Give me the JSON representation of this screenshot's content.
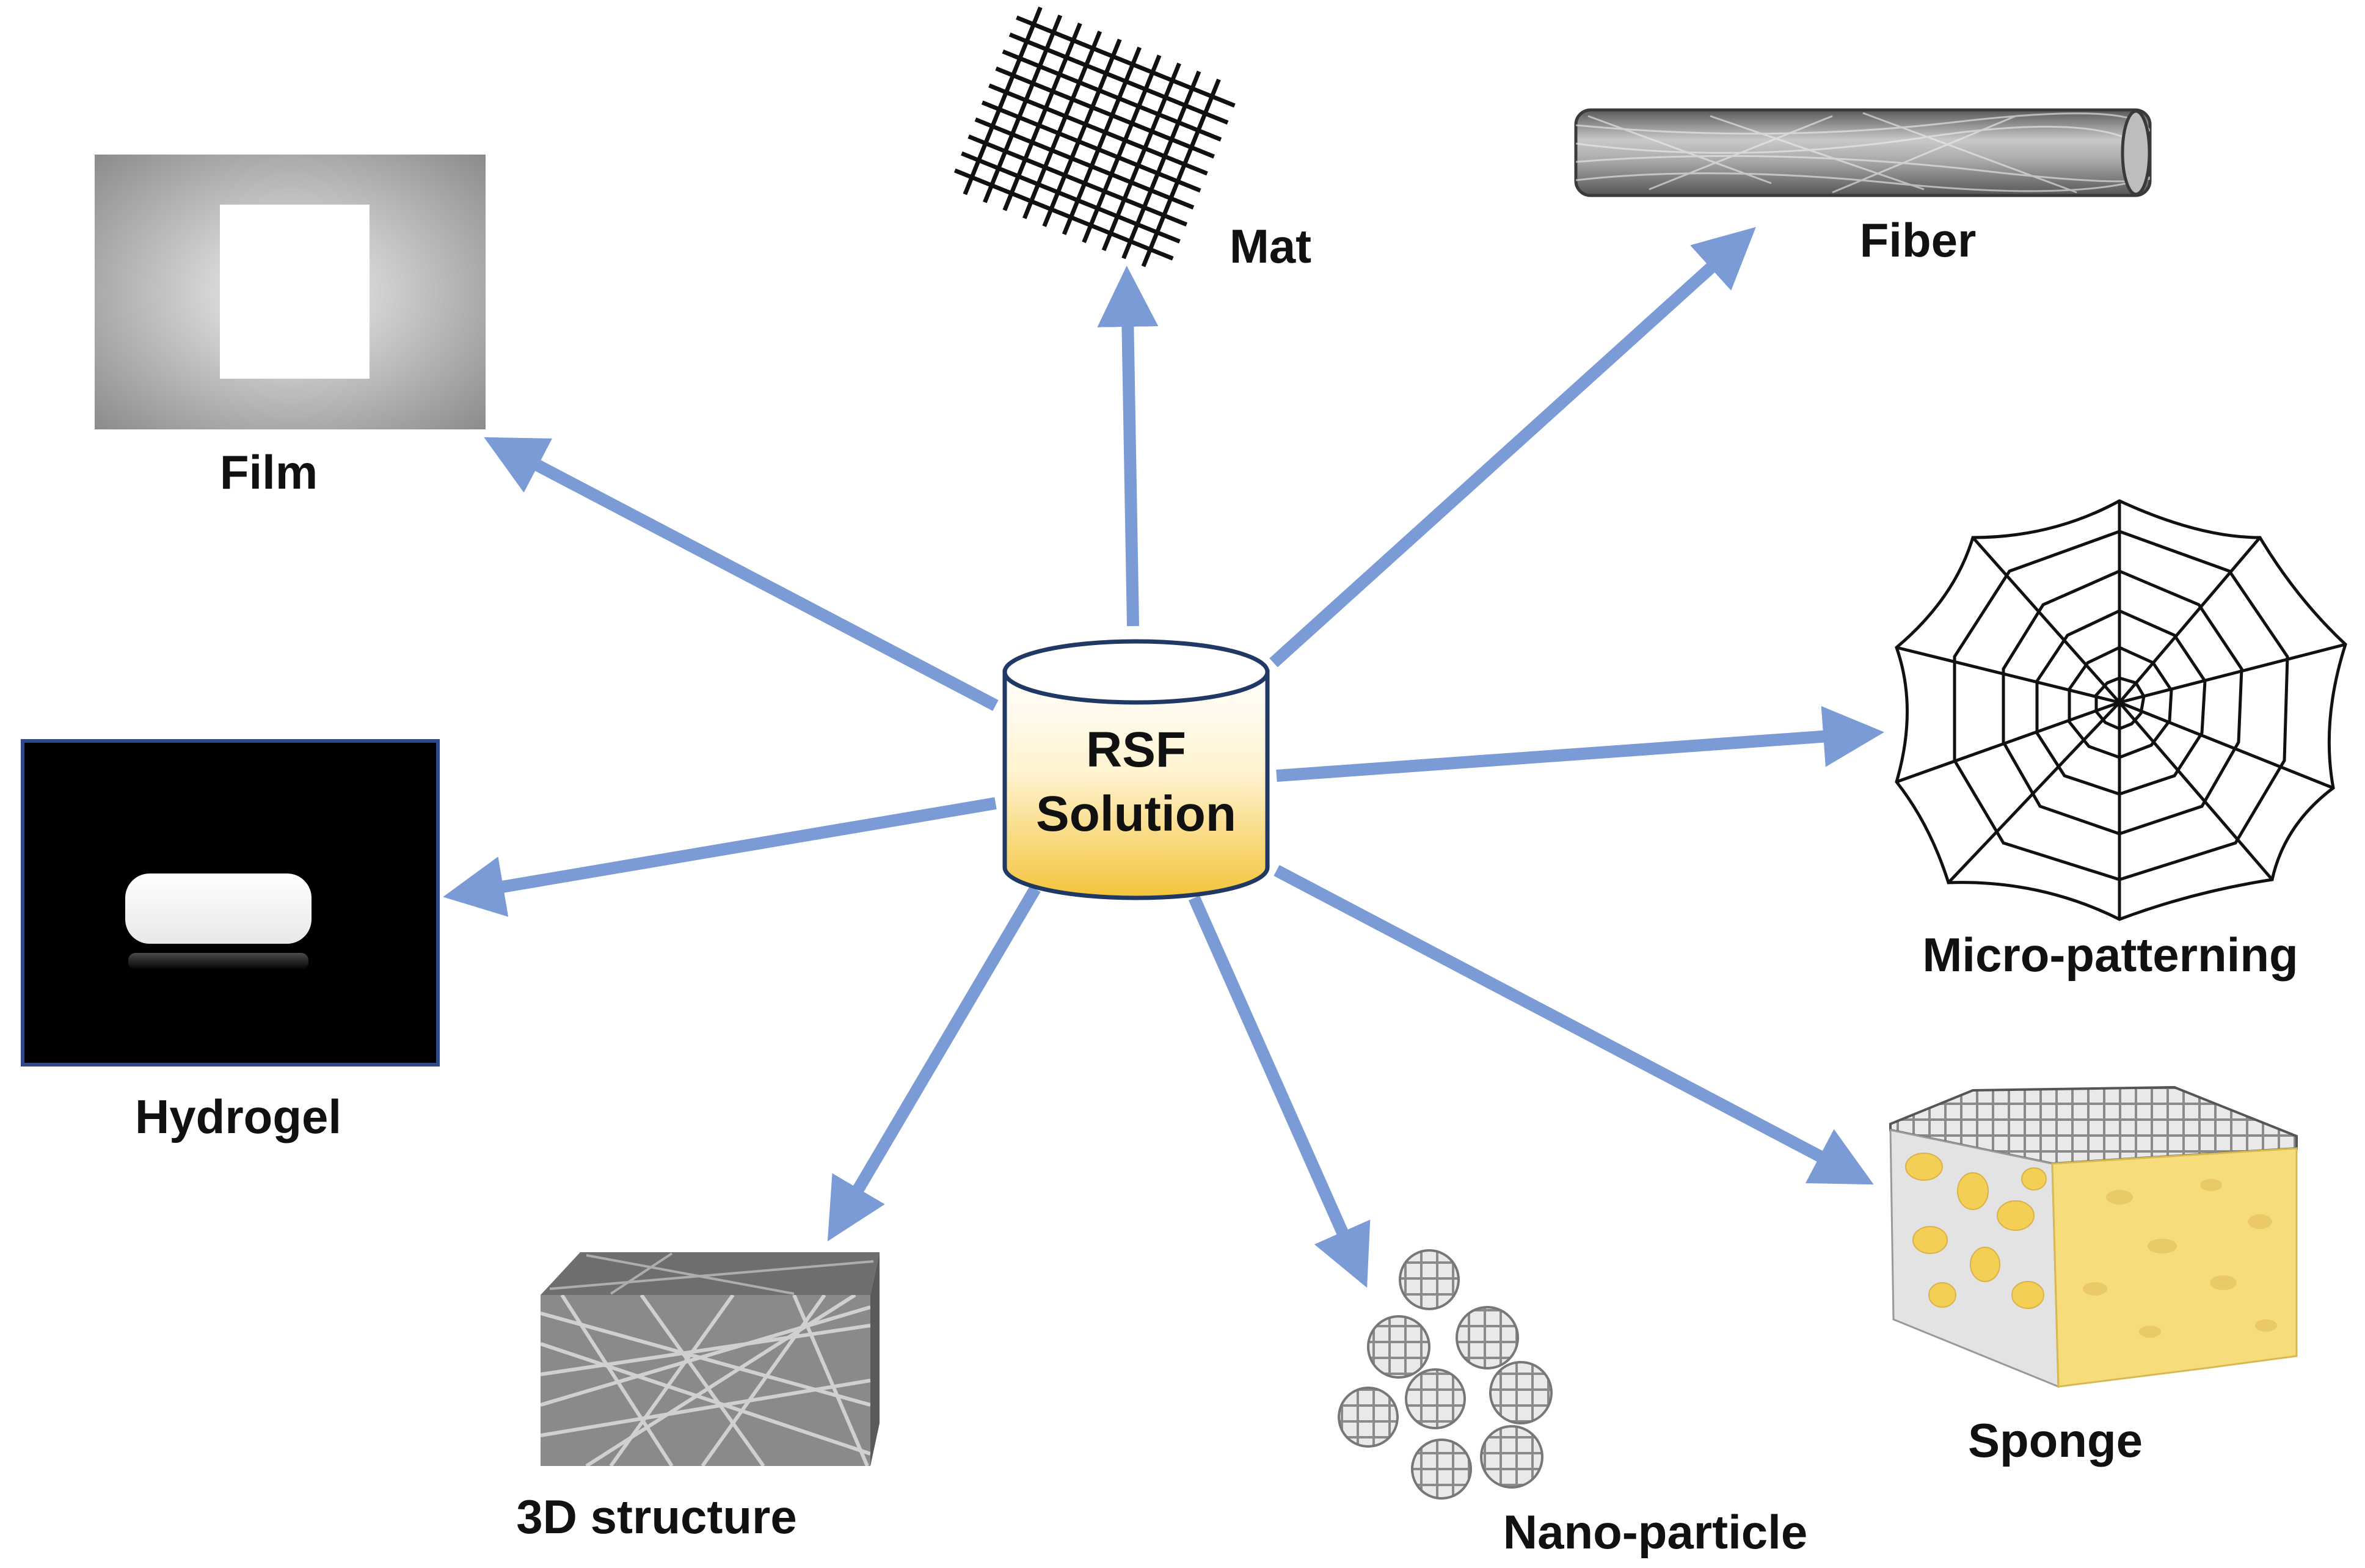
{
  "diagram": {
    "center": {
      "line1": "RSF",
      "line2": "Solution",
      "fill_top": "#ffffff",
      "fill_bottom": "#f4c33a"
    },
    "arrow_color": "#7b9bd6",
    "nodes": {
      "film": {
        "label": "Film",
        "icon": "film-icon"
      },
      "mat": {
        "label": "Mat",
        "icon": "mesh-mat-icon"
      },
      "fiber": {
        "label": "Fiber",
        "icon": "fiber-tube-icon"
      },
      "micro_patterning": {
        "label": "Micro-patterning",
        "icon": "spider-web-icon"
      },
      "sponge": {
        "label": "Sponge",
        "icon": "porous-sponge-icon"
      },
      "nano_particle": {
        "label": "Nano-particle",
        "icon": "nano-particle-cluster-icon"
      },
      "structure_3d": {
        "label": "3D structure",
        "icon": "fibrous-cube-icon"
      },
      "hydrogel": {
        "label": "Hydrogel",
        "icon": "hydrogel-icon"
      }
    }
  }
}
